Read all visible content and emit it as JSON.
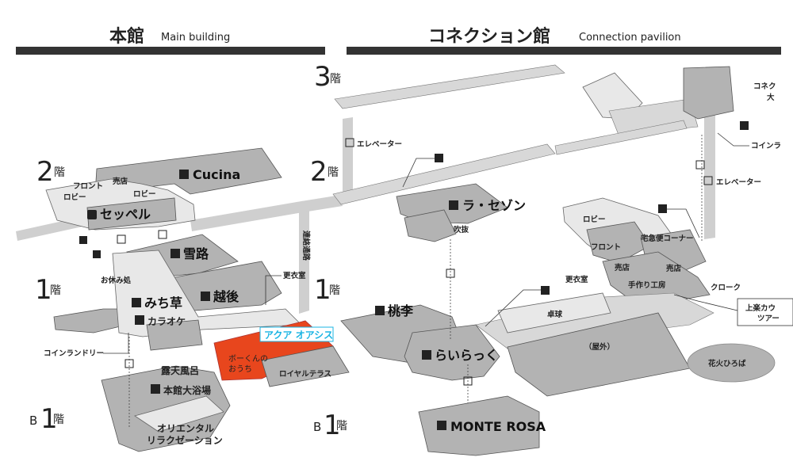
{
  "headers": {
    "main_building_jp": "本館",
    "main_building_en": "Main building",
    "connection_jp": "コネクション館",
    "connection_en": "Connection pavilion"
  },
  "floors": {
    "f3": "3",
    "f2_left": "2",
    "f2_right": "2",
    "f1_left": "1",
    "f1_right": "1",
    "b1_left_prefix": "B",
    "b1_left_num": "1",
    "b1_right_prefix": "B",
    "b1_right_num": "1",
    "suffix": "階"
  },
  "main_building": {
    "front": "フロント",
    "shop": "売店",
    "lobby_1": "ロビー",
    "lobby_2": "ロビー",
    "cucina": "Cucina",
    "seppel": "セッペル",
    "yukiji": "雪路",
    "echigo": "越後",
    "michikusa": "みち草",
    "karaoke": "カラオケ",
    "rest_area": "お休み処",
    "coin_laundry": "コインランドリー",
    "changing_room": "更衣室",
    "passage": "連絡通路",
    "rotenburo": "露天風呂",
    "main_bath": "本館大浴場",
    "oriental_relax_1": "オリエンタル",
    "oriental_relax_2": "リラクゼーション"
  },
  "aqua": {
    "name": "アクア オアシス",
    "bo_kun_1": "ボーくんの",
    "bo_kun_2": "おうち",
    "royal_terrace": "ロイヤルテラス"
  },
  "connection": {
    "elevator_left": "エレベーター",
    "elevator_right": "エレベーター",
    "la_saison": "ラ・セゾン",
    "fukinuke": "吹抜",
    "connection_grand_1": "コネク",
    "connection_grand_2": "大",
    "coin_laundry": "コインラ",
    "lobby": "ロビー",
    "front": "フロント",
    "shop_1": "売店",
    "shop_2": "売店",
    "takkyubin": "宅急便コーナー",
    "changing_room": "更衣室",
    "handcraft": "手作り工房",
    "cloak": "クローク",
    "tokiri": "桃李",
    "table_tennis": "卓球",
    "outdoor": "（屋外）",
    "rairakku": "らいらっく",
    "hanabi": "花火ひろば",
    "monte_rosa": "MONTE ROSA",
    "tour_1": "上楽カウ",
    "tour_2": "ツアー"
  },
  "colors": {
    "aqua_oasis": "#e8461d",
    "aqua_logo": "#1bb4e3",
    "building": "#b3b3b3",
    "header_bar": "#333333"
  }
}
